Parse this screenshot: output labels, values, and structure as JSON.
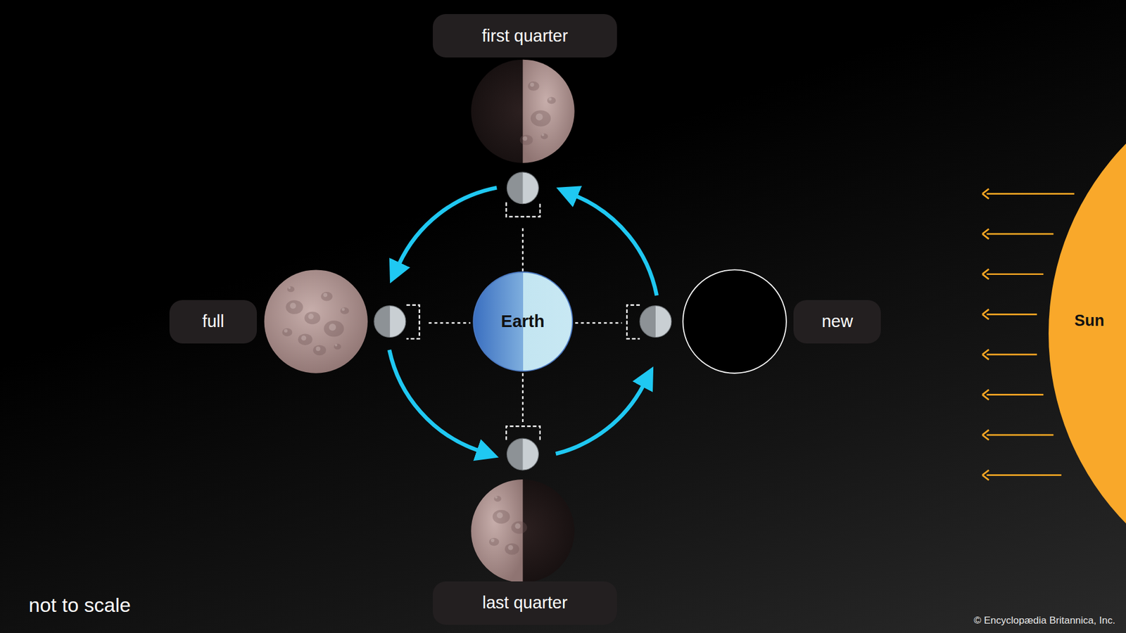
{
  "diagram": {
    "nodes": [
      {
        "text": [
          "first quarter"
        ]
      },
      {
        "text": [
          "full"
        ]
      },
      {
        "text": [
          "Earth"
        ]
      },
      {
        "text": [
          "new"
        ]
      },
      {
        "text": [
          "Sun"
        ]
      },
      {
        "text": [
          "last quarter"
        ]
      }
    ],
    "labels": [
      "not to scale",
      "© Encyclopædia Britannica, Inc."
    ]
  }
}
